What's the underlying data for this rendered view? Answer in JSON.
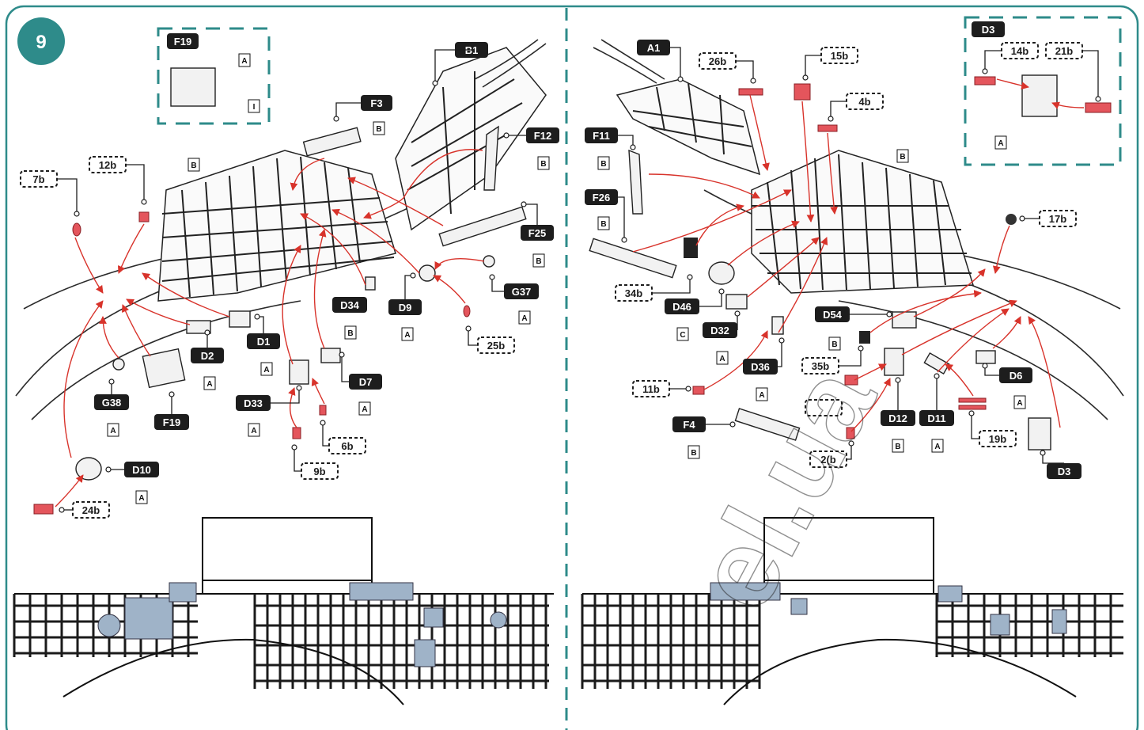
{
  "step": {
    "number": "9"
  },
  "colors": {
    "accent": "#2e8b8a",
    "arrow": "#d8332b",
    "tag_fill": "#1d1d1d",
    "photo_etch": "#e4555c"
  },
  "labels": {
    "F19_top": "F19",
    "B1": "B1",
    "F3": "F3",
    "F12": "F12",
    "F25": "F25",
    "G37": "G37",
    "D9": "D9",
    "D34": "D34",
    "D2": "D2",
    "D1": "D1",
    "D33": "D33",
    "D7": "D7",
    "G38": "G38",
    "F19_bottom": "F19",
    "D10": "D10",
    "A1": "A1",
    "F11": "F11",
    "F26": "F26",
    "D46": "D46",
    "D32": "D32",
    "D36": "D36",
    "D54": "D54",
    "D6": "D6",
    "D12": "D12",
    "D11": "D11",
    "F4": "F4",
    "D3_top": "D3",
    "D3_bottom": "D3"
  },
  "pe_labels": {
    "7b": "7b",
    "12b": "12b",
    "25b": "25b",
    "6b": "6b",
    "9b": "9b",
    "24b": "24b",
    "26b": "26b",
    "15b": "15b",
    "4b": "4b",
    "14b": "14b",
    "21b": "21b",
    "17b": "17b",
    "34b": "34b",
    "11b": "11b",
    "35b": "35b",
    "19b": "19b",
    "2b": "2(b"
  },
  "paint": {
    "A": "A",
    "B": "B",
    "C": "C",
    "I": "I"
  },
  "watermark": "el.ua"
}
